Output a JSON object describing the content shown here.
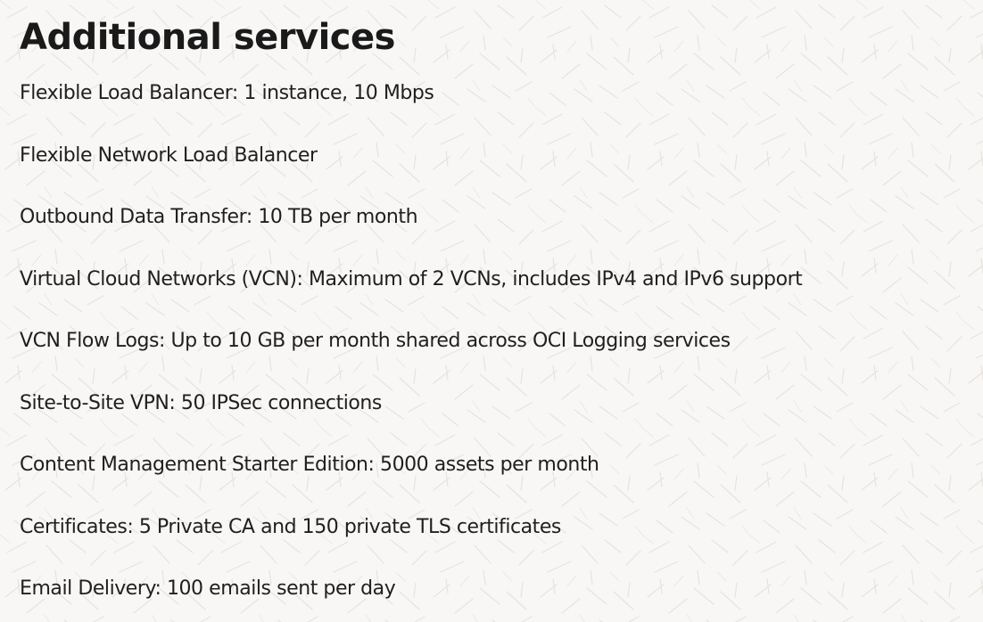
{
  "title": "Additional services",
  "services": [
    "Flexible Load Balancer: 1 instance, 10 Mbps",
    "Flexible Network Load Balancer",
    "Outbound Data Transfer: 10 TB per month",
    "Virtual Cloud Networks (VCN): Maximum of 2 VCNs, includes IPv4 and IPv6 support",
    "VCN Flow Logs: Up to 10 GB per month shared across OCI Logging services",
    "Site-to-Site VPN: 50 IPSec connections",
    "Content Management Starter Edition: 5000 assets per month",
    "Certificates: 5 Private CA and 150 private TLS certificates",
    "Email Delivery: 100 emails sent per day"
  ],
  "colors": {
    "background": "#f8f7f5",
    "text": "#1f1f1f",
    "pattern": "#e6e3df"
  }
}
